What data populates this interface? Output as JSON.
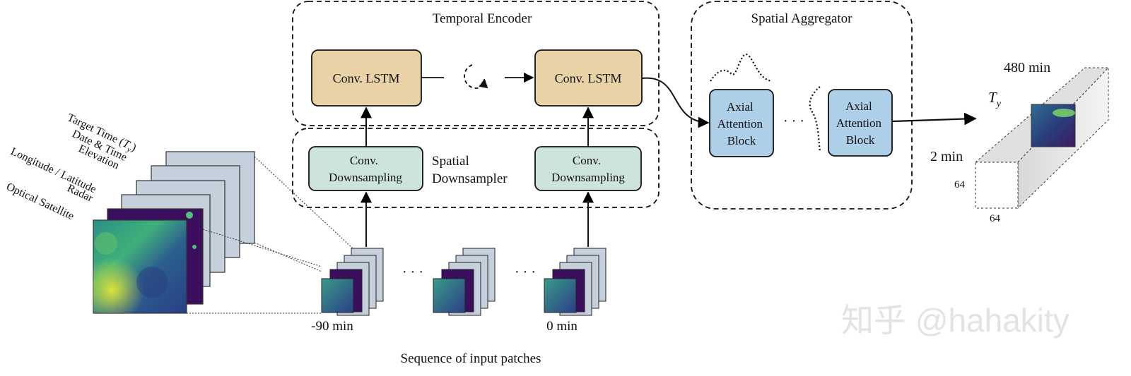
{
  "diagram": {
    "temporal_encoder": {
      "title": "Temporal Encoder",
      "block_left": "Conv. LSTM",
      "block_right": "Conv. LSTM"
    },
    "spatial_downsampler": {
      "label_line1": "Spatial",
      "label_line2": "Downsampler",
      "block_line1": "Conv.",
      "block_line2": "Downsampling"
    },
    "spatial_aggregator": {
      "title": "Spatial Aggregator",
      "block_line1": "Axial",
      "block_line2": "Attention",
      "block_line3": "Block",
      "ellipsis": "· · ·"
    },
    "input_layers": {
      "labels": [
        "Target Time (",
        "Date & Time",
        "Elevation",
        "Longitude / Latitude",
        "Radar",
        "Optical Satellite"
      ],
      "target_time_symbol": "T",
      "target_time_subscript": "y",
      "target_time_close": ")"
    },
    "patches": {
      "start_label": "-90 min",
      "end_label": "0 min",
      "ellipsis": "· · ·",
      "caption": "Sequence of input patches"
    },
    "output": {
      "time_top": "480 min",
      "time_bottom": "2 min",
      "symbol": "T",
      "subscript": "y",
      "dim_height": "64",
      "dim_width": "64"
    },
    "watermark": "知乎 @hahakity"
  },
  "colors": {
    "lstm_fill": "#e8d2a6",
    "downsample_fill": "#cce4dc",
    "attention_fill": "#aecfe8",
    "layer_fill": "#c5d0dc",
    "radar_dark": "#3b0f5e",
    "satellite_green": "#3a9a74"
  }
}
